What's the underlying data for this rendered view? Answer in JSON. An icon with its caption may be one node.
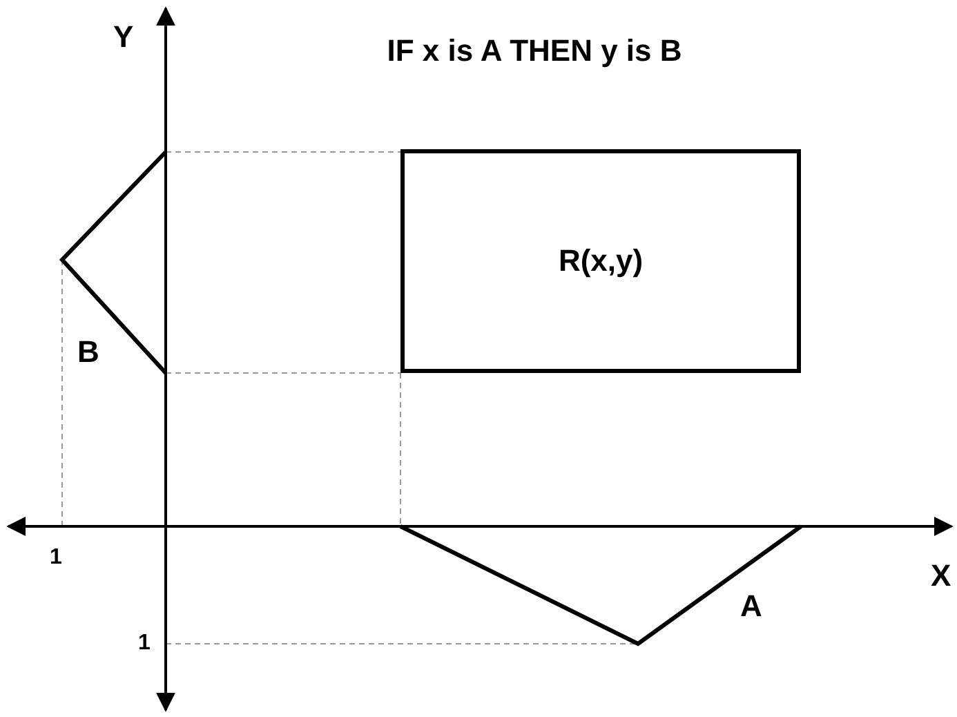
{
  "diagram": {
    "title": "IF x is A THEN y is B",
    "nodes": [
      {
        "text": [
          "R(x,y)"
        ]
      }
    ],
    "labels": [
      "Y",
      "B",
      "1",
      "X",
      "A",
      "1"
    ]
  }
}
